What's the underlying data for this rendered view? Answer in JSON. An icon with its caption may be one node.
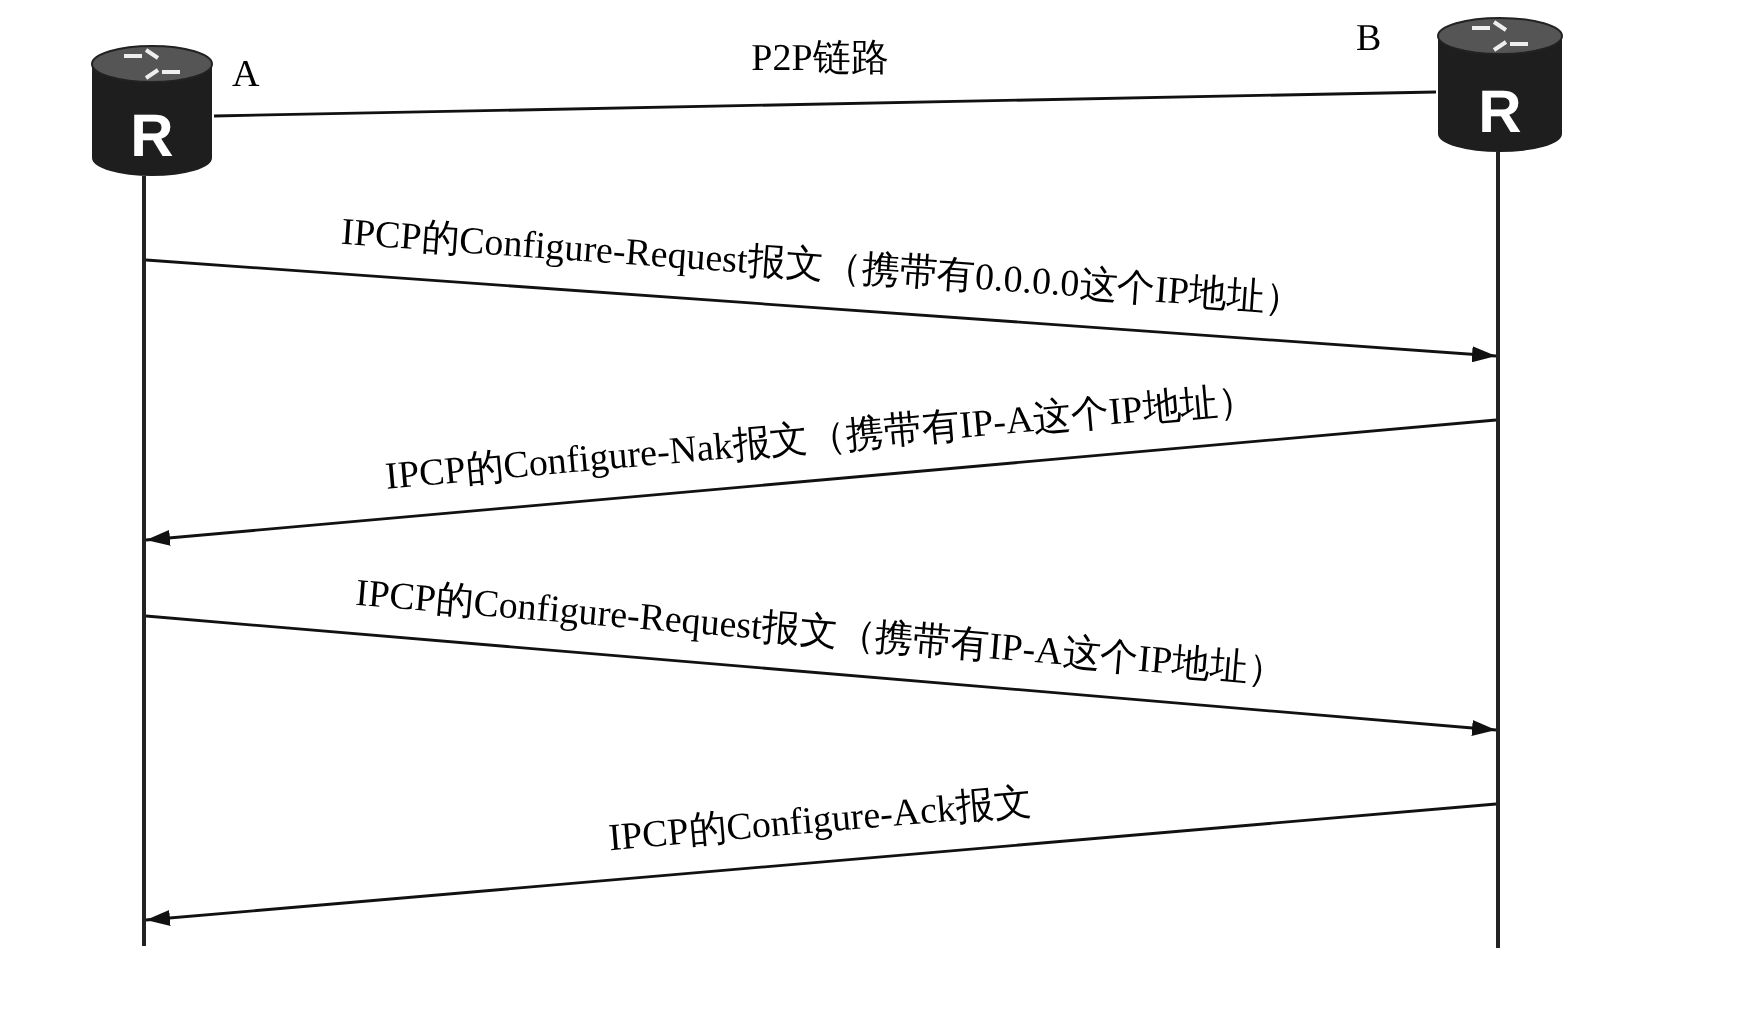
{
  "diagram": {
    "nodes": [
      {
        "text": [
          "R"
        ],
        "beside": [
          "A"
        ]
      },
      {
        "text": [
          "R"
        ],
        "beside": [
          "B"
        ]
      },
      {
        "text": [],
        "shape": "bar"
      },
      {
        "text": [],
        "shape": "bar"
      }
    ],
    "edges": [
      {
        "from": 0,
        "to": 1,
        "arrow": "none",
        "label": "P2P链路"
      },
      {
        "from": 2,
        "to": 3,
        "arrow": "to",
        "label": "IPCP的Configure-Request报文（携带有0.0.0.0这个IP地址）"
      },
      {
        "from": 3,
        "to": 2,
        "arrow": "to",
        "label": "IPCP的Configure-Nak报文（携带有IP-A这个IP地址）"
      },
      {
        "from": 2,
        "to": 3,
        "arrow": "to",
        "label": "IPCP的Configure-Request报文（携带有IP-A这个IP地址）"
      },
      {
        "from": 3,
        "to": 2,
        "arrow": "to",
        "label": "IPCP的Configure-Ack报文"
      }
    ]
  }
}
